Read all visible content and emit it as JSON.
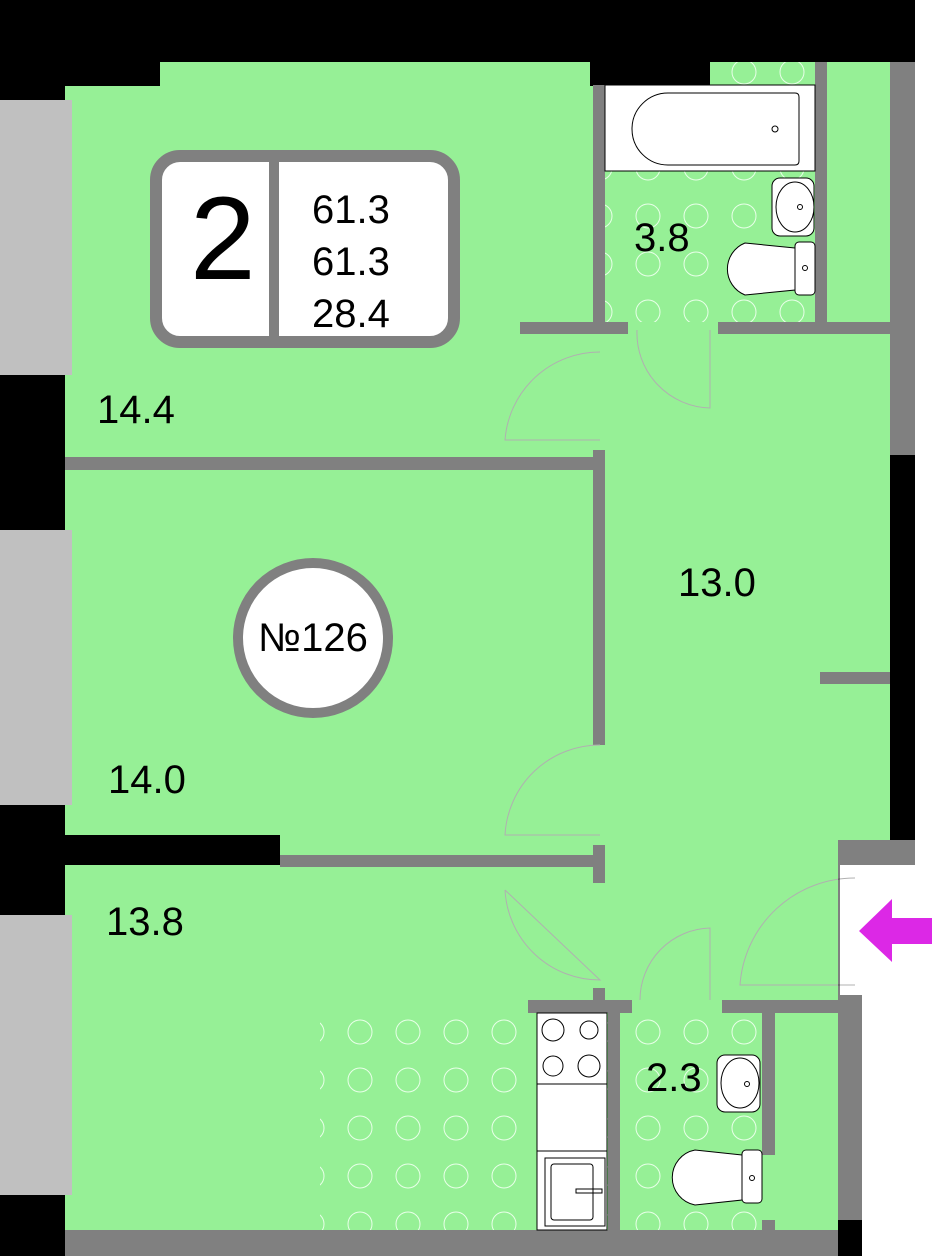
{
  "apartment": {
    "rooms_count": "2",
    "areas": [
      "61.3",
      "61.3",
      "28.4"
    ],
    "number": "№126"
  },
  "room_areas": {
    "room_top": "14.4",
    "room_middle": "14.0",
    "room_bottom_kitchen": "13.8",
    "hall": "13.0",
    "bathroom": "3.8",
    "toilet": "2.3"
  },
  "colors": {
    "floor": "#96f096",
    "wall": "#808080",
    "outer_wall": "#000000",
    "entrance_arrow": "#dc28e6"
  }
}
